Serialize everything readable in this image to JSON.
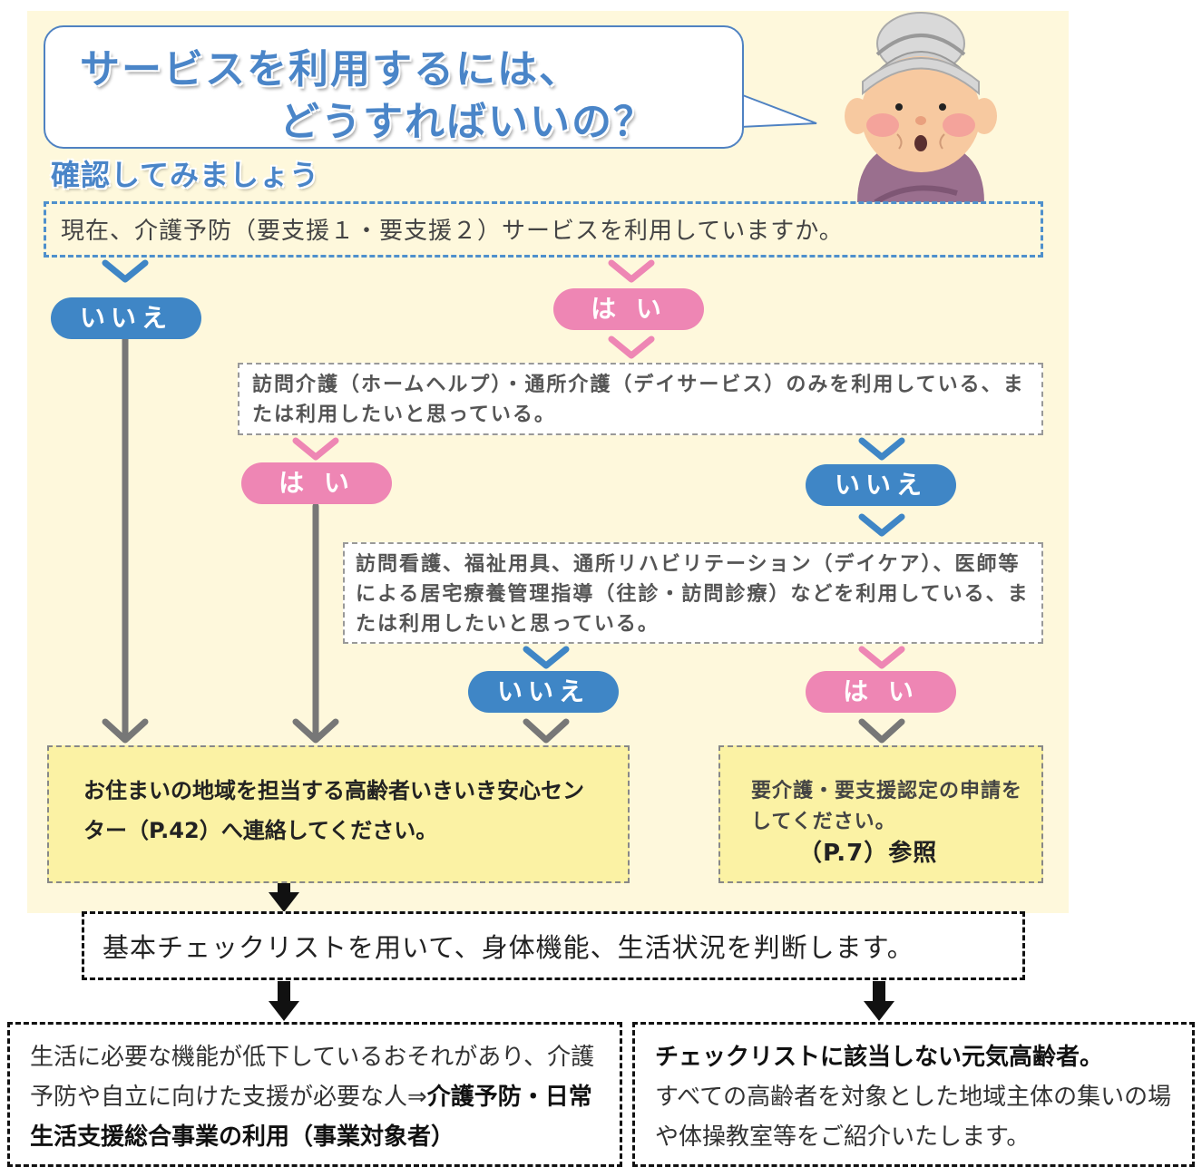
{
  "header": {
    "title_line1": "サービスを利用するには、",
    "title_line2": "どうすればいいの？",
    "subtitle": "確認してみましょう"
  },
  "question1": "現在、介護予防（要支援１・要支援２）サービスを利用していますか。",
  "question2": "訪問介護（ホームヘルプ）・通所介護（デイサービス）のみを利用している、または利用したいと思っている。",
  "question3": "訪問看護、福祉用具、通所リハビリテーション（デイケア）、医師等による居宅療養管理指導（往診・訪問診療）などを利用している、または利用したいと思っている。",
  "labels": {
    "no": "いいえ",
    "yes": "は い"
  },
  "result_contact": "お住まいの地域を担当する高齢者いきいき安心センター（P.42）へ連絡してください。",
  "result_apply": "要介護・要支援認定の申請をしてください。",
  "result_apply_ref": "（P.7）参照",
  "checklist": "基本チェックリストを用いて、身体機能、生活状況を判断します。",
  "outcome_left": {
    "text": "生活に必要な機能が低下しているおそれがあり、介護予防や自立に向けた支援が必要な人⇒",
    "bold": "介護予防・日常生活支援総合事業の利用（事業対象者）"
  },
  "outcome_right": {
    "bold": "チェックリストに該当しない元気高齢者。",
    "text": "すべての高齢者を対象とした地域主体の集いの場や体操教室等をご紹介いたします。"
  },
  "colors": {
    "blue": "#3f86c6",
    "pink": "#ee86b4",
    "panel": "#fef8dc",
    "result": "#fbf2a4",
    "connector": "#777777"
  }
}
